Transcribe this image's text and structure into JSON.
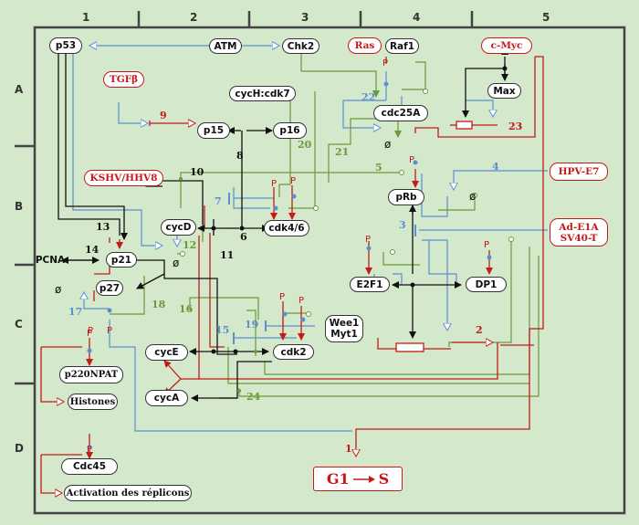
{
  "columns": [
    "1",
    "2",
    "3",
    "4",
    "5"
  ],
  "rows": [
    "A",
    "B",
    "C",
    "D"
  ],
  "nodes": {
    "p53": "p53",
    "atm": "ATM",
    "chk2": "Chk2",
    "ras": "Ras",
    "raf1": "Raf1",
    "cmyc": "c-Myc",
    "max": "Max",
    "tgfb": "TGFβ",
    "cych_cdk7": "cycH:cdk7",
    "cdc25a": "cdc25A",
    "p15": "p15",
    "p16": "p16",
    "kshv": "KSHV/HHV8",
    "hpv": "HPV-E7",
    "prb": "pRb",
    "ade1a": "Ad-E1A",
    "sv40t": "SV40-T",
    "cycd": "cycD",
    "cdk46": "cdk4/6",
    "pcna": "PCNA",
    "p21": "p21",
    "e2f1": "E2F1",
    "dp1": "DP1",
    "p27": "p27",
    "wee1": "Wee1",
    "myt1": "Myt1",
    "cyce": "cycE",
    "cdk2": "cdk2",
    "p220": "p220NPAT",
    "cyca": "cycA",
    "histones": "Histones",
    "cdc45": "Cdc45",
    "activation": "Activation des réplicons"
  },
  "phase": {
    "g1": "G1",
    "s": "S"
  },
  "phospho": "P",
  "degradation_symbol": "ø",
  "pathway_numbers": {
    "n1": "1",
    "n2": "2",
    "n3": "3",
    "n4": "4",
    "n5": "5",
    "n6": "6",
    "n7": "7",
    "n8": "8",
    "n9": "9",
    "n10": "10",
    "n11": "11",
    "n12": "12",
    "n13": "13",
    "n14": "14",
    "n15": "15",
    "n16": "16",
    "n17": "17",
    "n18": "18",
    "n19": "19",
    "n20": "20",
    "n21": "21",
    "n22": "22",
    "n23": "23",
    "n24": "24"
  },
  "colors": {
    "background": "#d4e8cb",
    "black": "#111111",
    "red": "#c41a1a",
    "blue": "#5b8fd1",
    "green": "#6a9a3a"
  }
}
